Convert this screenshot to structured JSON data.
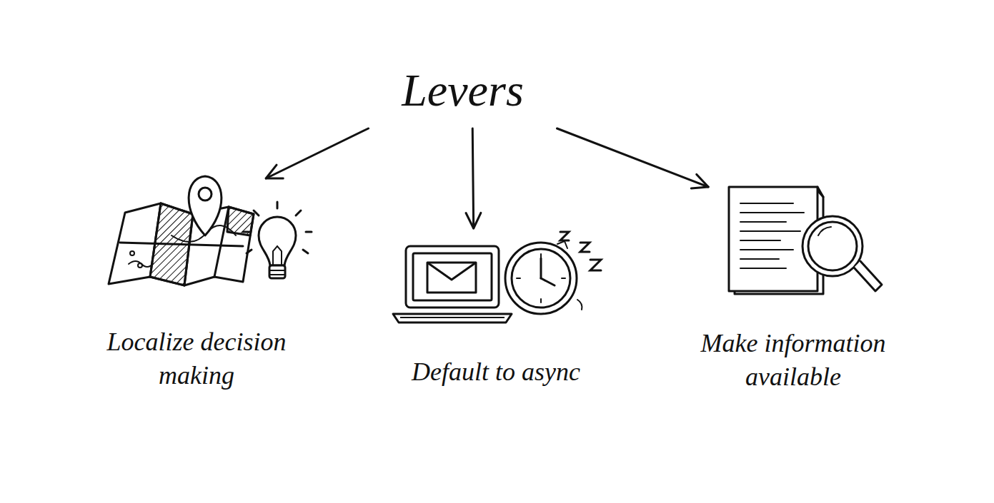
{
  "diagram": {
    "nodes": [
      {
        "text": [
          "Levers"
        ]
      },
      {
        "text": [
          "Localize decision making"
        ]
      },
      {
        "text": [
          "Default to async"
        ]
      },
      {
        "text": [
          "Make information available"
        ]
      }
    ],
    "edges": [
      {
        "from": 0,
        "to": 1,
        "arrow": "to"
      },
      {
        "from": 0,
        "to": 2,
        "arrow": "to"
      },
      {
        "from": 0,
        "to": 3,
        "arrow": "to"
      }
    ]
  }
}
